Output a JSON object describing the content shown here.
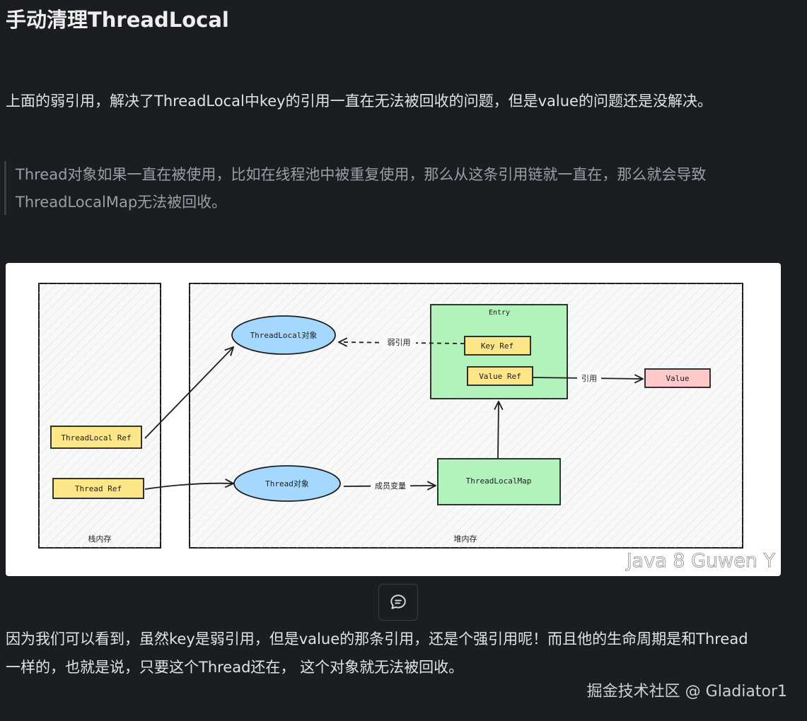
{
  "article": {
    "heading": "手动清理ThreadLocal",
    "paragraph_1": "上面的弱引用，解决了ThreadLocal中key的引用一直在无法被回收的问题，但是value的问题还是没解决。",
    "quote": {
      "line_1": "Thread对象如果一直在被使用，比如在线程池中被重复使用，那么从这条引用链就一直在，那么就会导致",
      "line_2": "ThreadLocalMap无法被回收。"
    },
    "paragraph_2_line_1": "因为我们可以看到，虽然key是弱引用，但是value的那条引用，还是个强引用呢！而且他的生命周期是和Thread",
    "paragraph_2_line_2": "一样的，也就是说，只要这个Thread还在， 这个对象就无法被回收。"
  },
  "diagram": {
    "stack_label": "栈内存",
    "heap_label": "堆内存",
    "threadlocal_ref": "ThreadLocal Ref",
    "thread_ref": "Thread Ref",
    "threadlocal_object": "ThreadLocal对象",
    "thread_object": "Thread对象",
    "entry_label": "Entry",
    "key_ref": "Key Ref",
    "value_ref": "Value Ref",
    "value": "Value",
    "threadlocalmap": "ThreadLocalMap",
    "weak_ref_label": "弱引用",
    "ref_label": "引用",
    "member_var_label": "成员变量",
    "image_watermark": "Java 8 Guwen Y",
    "colors": {
      "ref_box": "#fde68a",
      "ellipse": "#a5d8ff",
      "entry_box": "#b2f2bb",
      "value_box": "#ffc9c9"
    }
  },
  "toolbar": {
    "comment_icon": "comment-icon"
  },
  "footer": {
    "watermark": "掘金技术社区 @ Gladiator1"
  }
}
